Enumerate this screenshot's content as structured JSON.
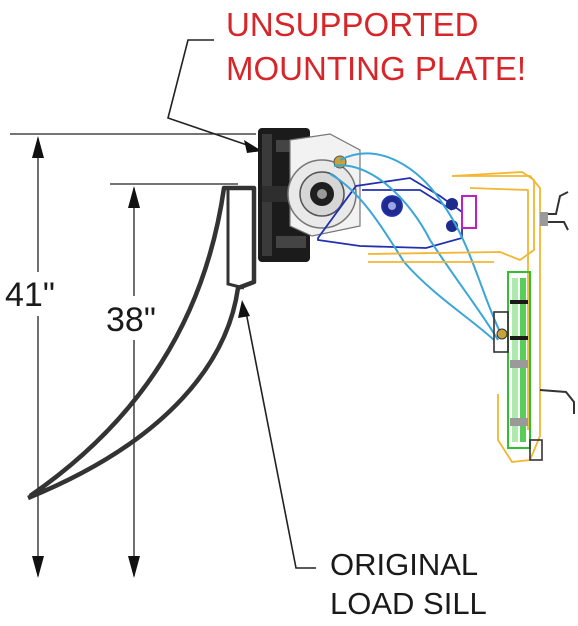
{
  "callouts": {
    "warning_line1": "UNSUPPORTED",
    "warning_line2": "MOUNTING PLATE!",
    "sill_line1": "ORIGINAL",
    "sill_line2": "LOAD SILL"
  },
  "dimensions": {
    "outer": "41\"",
    "inner": "38\""
  },
  "colors": {
    "warning": "#d7262a",
    "ink": "#1a1a1a",
    "yellow_frame": "#f2b632",
    "blue_arm": "#2030b0",
    "cyan_cable": "#3aa6d8",
    "green_parts": "#2ec02e",
    "magenta_part": "#c020c0"
  }
}
